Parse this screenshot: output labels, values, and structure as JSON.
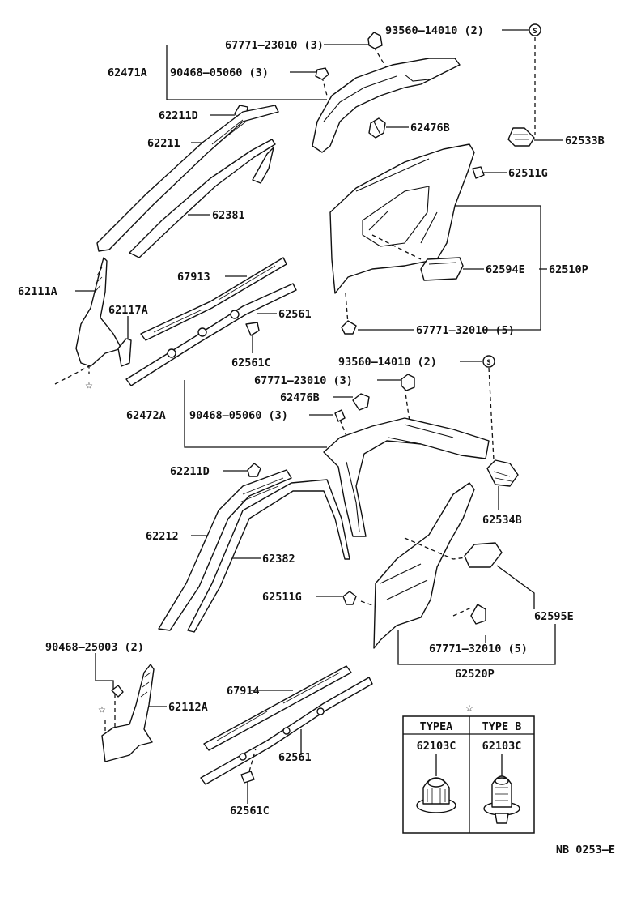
{
  "callouts": {
    "p93560_14010_upper": "93560–14010 (2)",
    "p67771_23010_upper": "67771–23010 (3)",
    "p62471A": "62471A",
    "p90468_05060_upper": "90468–05060 (3)",
    "p62211D_upper": "62211D",
    "p62476B_upper": "62476B",
    "p62533B": "62533B",
    "p62211": "62211",
    "p62511G_upper": "62511G",
    "p62381": "62381",
    "p62594E": "62594E",
    "p62510P": "62510P",
    "p62111A": "62111A",
    "p67913": "67913",
    "p62117A": "62117A",
    "p62561_upper": "62561",
    "p67771_32010_upper": "67771–32010 (5)",
    "p62561C_upper": "62561C",
    "p93560_14010_lower": "93560–14010 (2)",
    "p67771_23010_lower": "67771–23010 (3)",
    "p62476B_lower": "62476B",
    "p62472A": "62472A",
    "p90468_05060_lower": "90468–05060 (3)",
    "p62211D_lower": "62211D",
    "p62534B": "62534B",
    "p62212": "62212",
    "p62382": "62382",
    "p62511G_lower": "62511G",
    "p62595E": "62595E",
    "p90468_25003": "90468–25003 (2)",
    "p67771_32010_lower": "67771–32010 (5)",
    "p62520P": "62520P",
    "p67914": "67914",
    "p62112A": "62112A",
    "p62561_lower": "62561",
    "p62561C_lower": "62561C"
  },
  "symbols": {
    "s_mark": "S",
    "star": "☆"
  },
  "type_table": {
    "type_a_header": "TYPEA",
    "type_b_header": "TYPE B",
    "type_a_part": "62103C",
    "type_b_part": "62103C"
  },
  "footer": {
    "figure_code": "NB 0253–E"
  }
}
